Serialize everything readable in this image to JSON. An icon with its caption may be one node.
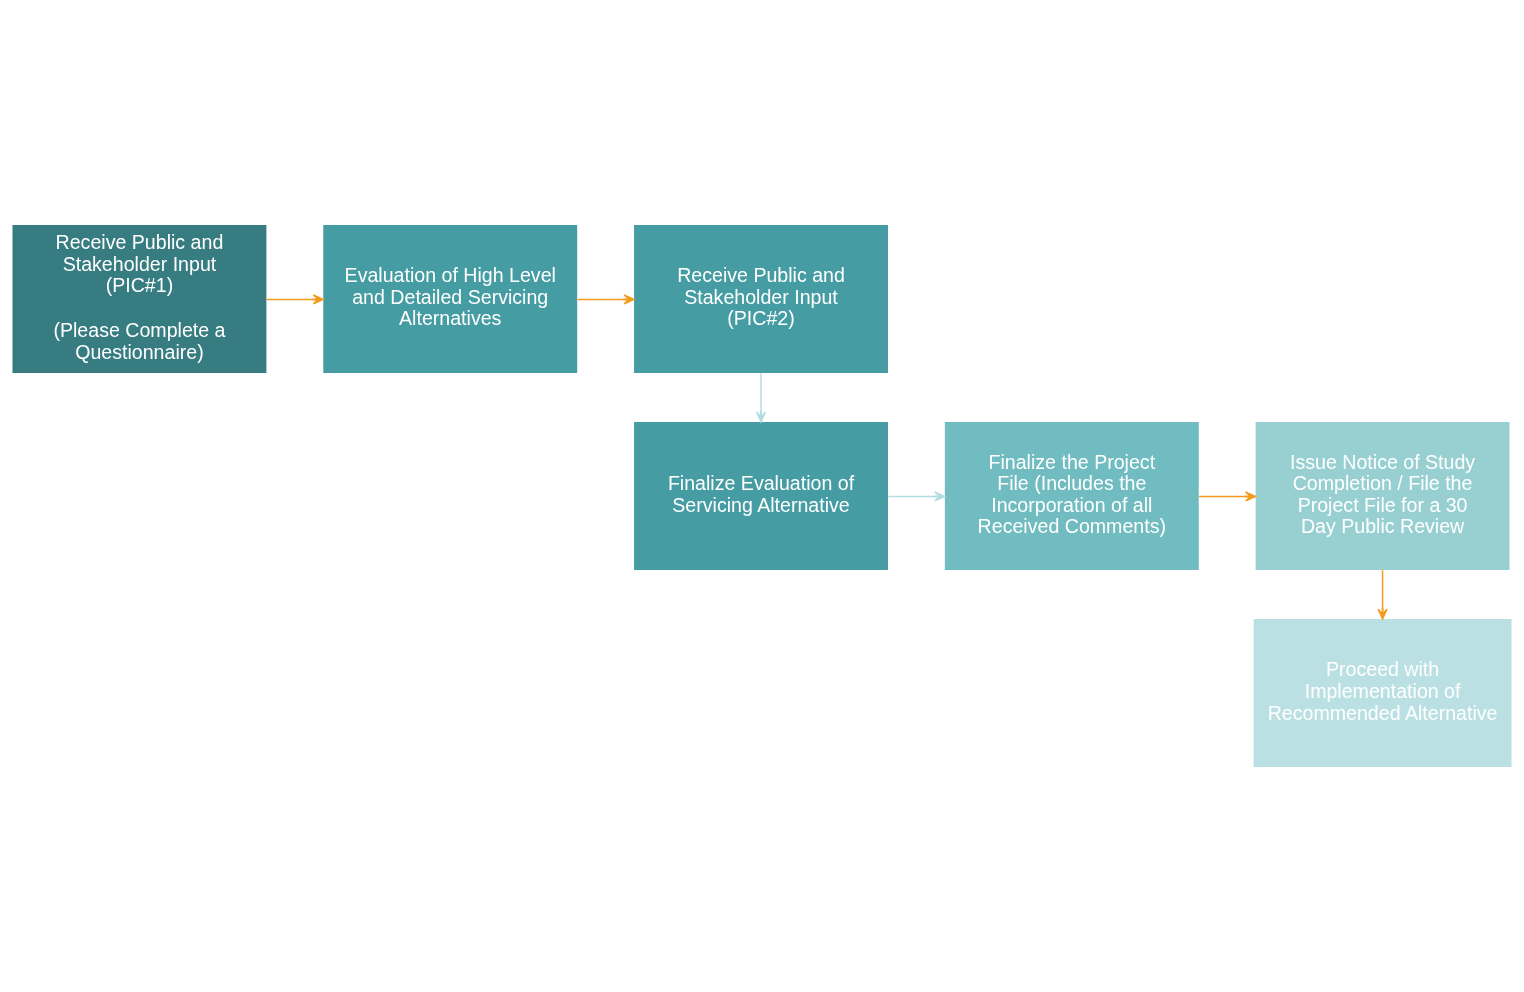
{
  "diagram": {
    "nodes": [
      {
        "text": [
          "Receive Public and Stakeholder Input (PIC#1)",
          "(Please Complete a Questionnaire)"
        ]
      },
      {
        "text": [
          "Evaluation of High Level and Detailed Servicing Alternatives"
        ]
      },
      {
        "text": [
          "Receive Public and Stakeholder Input (PIC#2)"
        ]
      },
      {
        "text": [
          "Finalize Evaluation of Servicing Alternative"
        ]
      },
      {
        "text": [
          "Finalize the Project File (Includes the Incorporation of all Received Comments)"
        ]
      },
      {
        "text": [
          "Issue Notice of Study Completion / File the Project File for a 30 Day Public Review"
        ]
      },
      {
        "text": [
          "Proceed with Implementation of Recommended Alternative"
        ]
      }
    ],
    "edges": [
      {
        "from": 0,
        "to": 1,
        "arrow": "to"
      },
      {
        "from": 1,
        "to": 2,
        "arrow": "to"
      },
      {
        "from": 2,
        "to": 3,
        "arrow": "to",
        "color": "#b3dde1"
      },
      {
        "from": 3,
        "to": 4,
        "arrow": "to",
        "color": "#b3dde1"
      },
      {
        "from": 4,
        "to": 5,
        "arrow": "to"
      },
      {
        "from": 5,
        "to": 6,
        "arrow": "to"
      }
    ]
  }
}
